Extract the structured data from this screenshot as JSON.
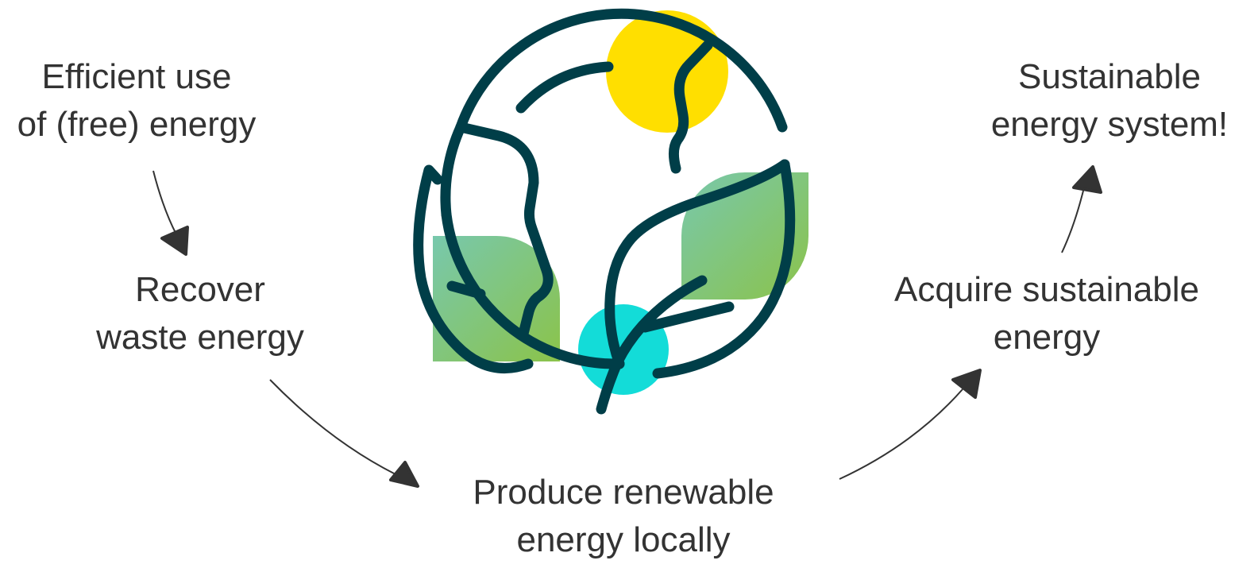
{
  "steps": [
    {
      "line1": "Efficient use",
      "line2": "of (free) energy"
    },
    {
      "line1": "Recover",
      "line2": "waste energy"
    },
    {
      "line1": "Produce renewable",
      "line2": "energy locally"
    },
    {
      "line1": "Acquire sustainable",
      "line2": "energy"
    },
    {
      "line1": "Sustainable",
      "line2": "energy system!"
    }
  ],
  "icon": {
    "name": "globe-leaf-icon"
  },
  "colors": {
    "text": "#333333",
    "stroke": "#003e48",
    "sun": "#ffdf00",
    "water": "#13dcd8",
    "leaf_start": "#78c8ad",
    "leaf_end": "#8bc34a"
  }
}
